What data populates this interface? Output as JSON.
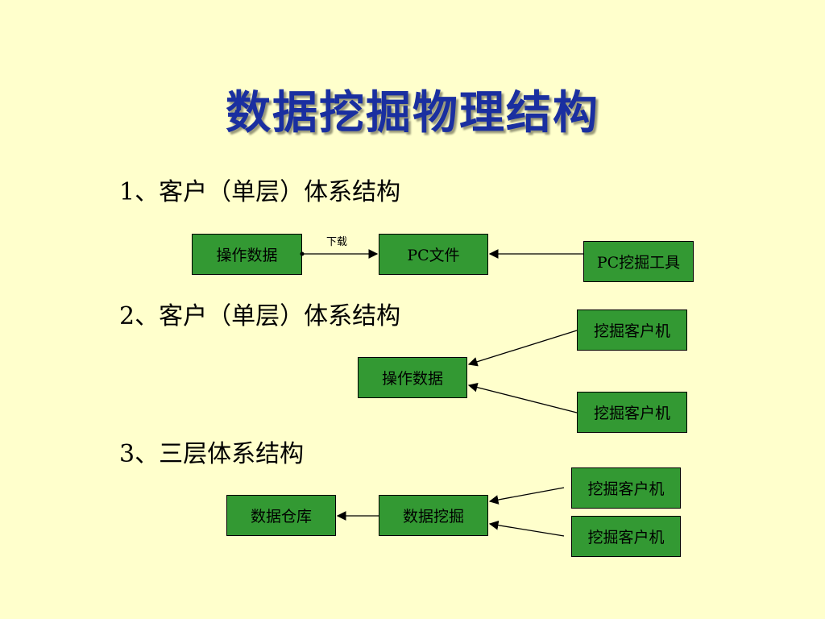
{
  "title": "数据挖掘物理结构",
  "sections": [
    {
      "heading": "1、客户（单层）体系结构",
      "boxes": [
        "操作数据",
        "PC文件",
        "PC挖掘工具"
      ],
      "edge_label": "下载"
    },
    {
      "heading": "2、客户（单层）体系结构",
      "boxes": [
        "挖掘客户机",
        "操作数据",
        "挖掘客户机"
      ]
    },
    {
      "heading": "3、三层体系结构",
      "boxes": [
        "数据仓库",
        "数据挖掘",
        "挖掘客户机",
        "挖掘客户机"
      ]
    }
  ],
  "colors": {
    "box_fill": "#339933",
    "title": "#1a2fa0",
    "background": "#ffffcc"
  }
}
